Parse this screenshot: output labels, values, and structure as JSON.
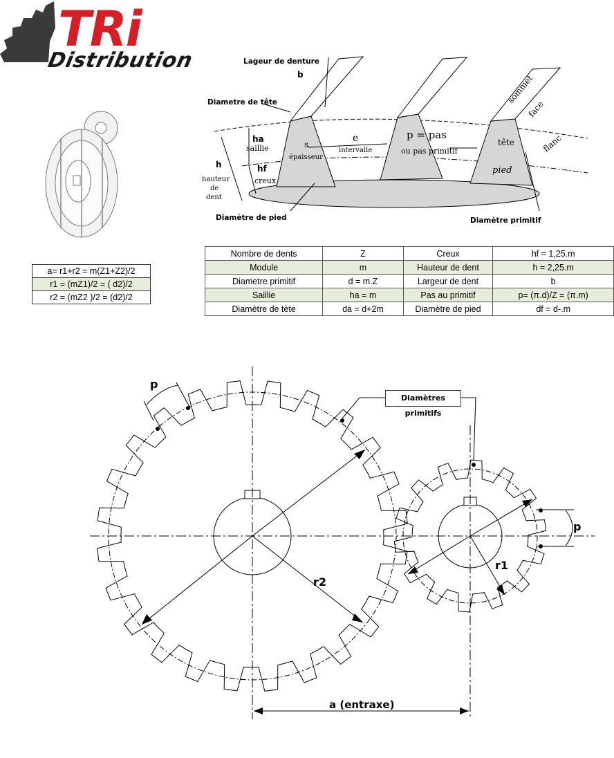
{
  "logo": {
    "brand": "TRi",
    "subtitle": "Distribution"
  },
  "tooth_diagram": {
    "lageur": "Lageur de denture",
    "b": "b",
    "diametre_tete": "Diametre de tête",
    "ha": "ha",
    "saillie": "saillie",
    "h": "h",
    "hauteur": "hauteur",
    "de": "de",
    "dent": "dent",
    "hf": "hf",
    "creux": "creux",
    "s": "s",
    "epaisseur": "épaisseur",
    "e": "e",
    "intervalle": "intervalle",
    "p_pas": "p = pas",
    "pas_primitif": "ou pas primitif",
    "sommet": "sommet",
    "face": "face",
    "tete": "tête",
    "flanc": "flanc",
    "pied": "pied",
    "diametre_pied": "Diamètre de pied",
    "diametre_primitif": "Diamètre primitif"
  },
  "spec_table": [
    [
      "Nombre de dents",
      "Z",
      "Creux",
      "hf = 1,25.m"
    ],
    [
      "Module",
      "m",
      "Hauteur de dent",
      "h = 2,25.m"
    ],
    [
      "Diametre primitif",
      "d = m.Z",
      "Largeur de dent",
      "b"
    ],
    [
      "Saillie",
      "ha = m",
      "Pas au primitif",
      "p= (π.d)/Z   = (π.m)"
    ],
    [
      "Diamètre de tète",
      "da = d+2m",
      "Diamètre de pied",
      "df = d-.m"
    ]
  ],
  "formulas": [
    "a= r1+r2 = m(Z1+Z2)/2",
    "r1 = (mZ1)/2 = ( d2)/2",
    "r2 = (mZ2 )/2 =  (d2)/2"
  ],
  "gear_diagram": {
    "callout": "Diamètres primitifs",
    "p_large": "p",
    "p_small": "p",
    "r1": "r1",
    "r2": "r2",
    "entraxe": "a (entraxe)"
  },
  "colors": {
    "logo_red": "#d51f26",
    "tooth_fill": "#d6d6d6",
    "row_shade": "#e6eedb"
  }
}
